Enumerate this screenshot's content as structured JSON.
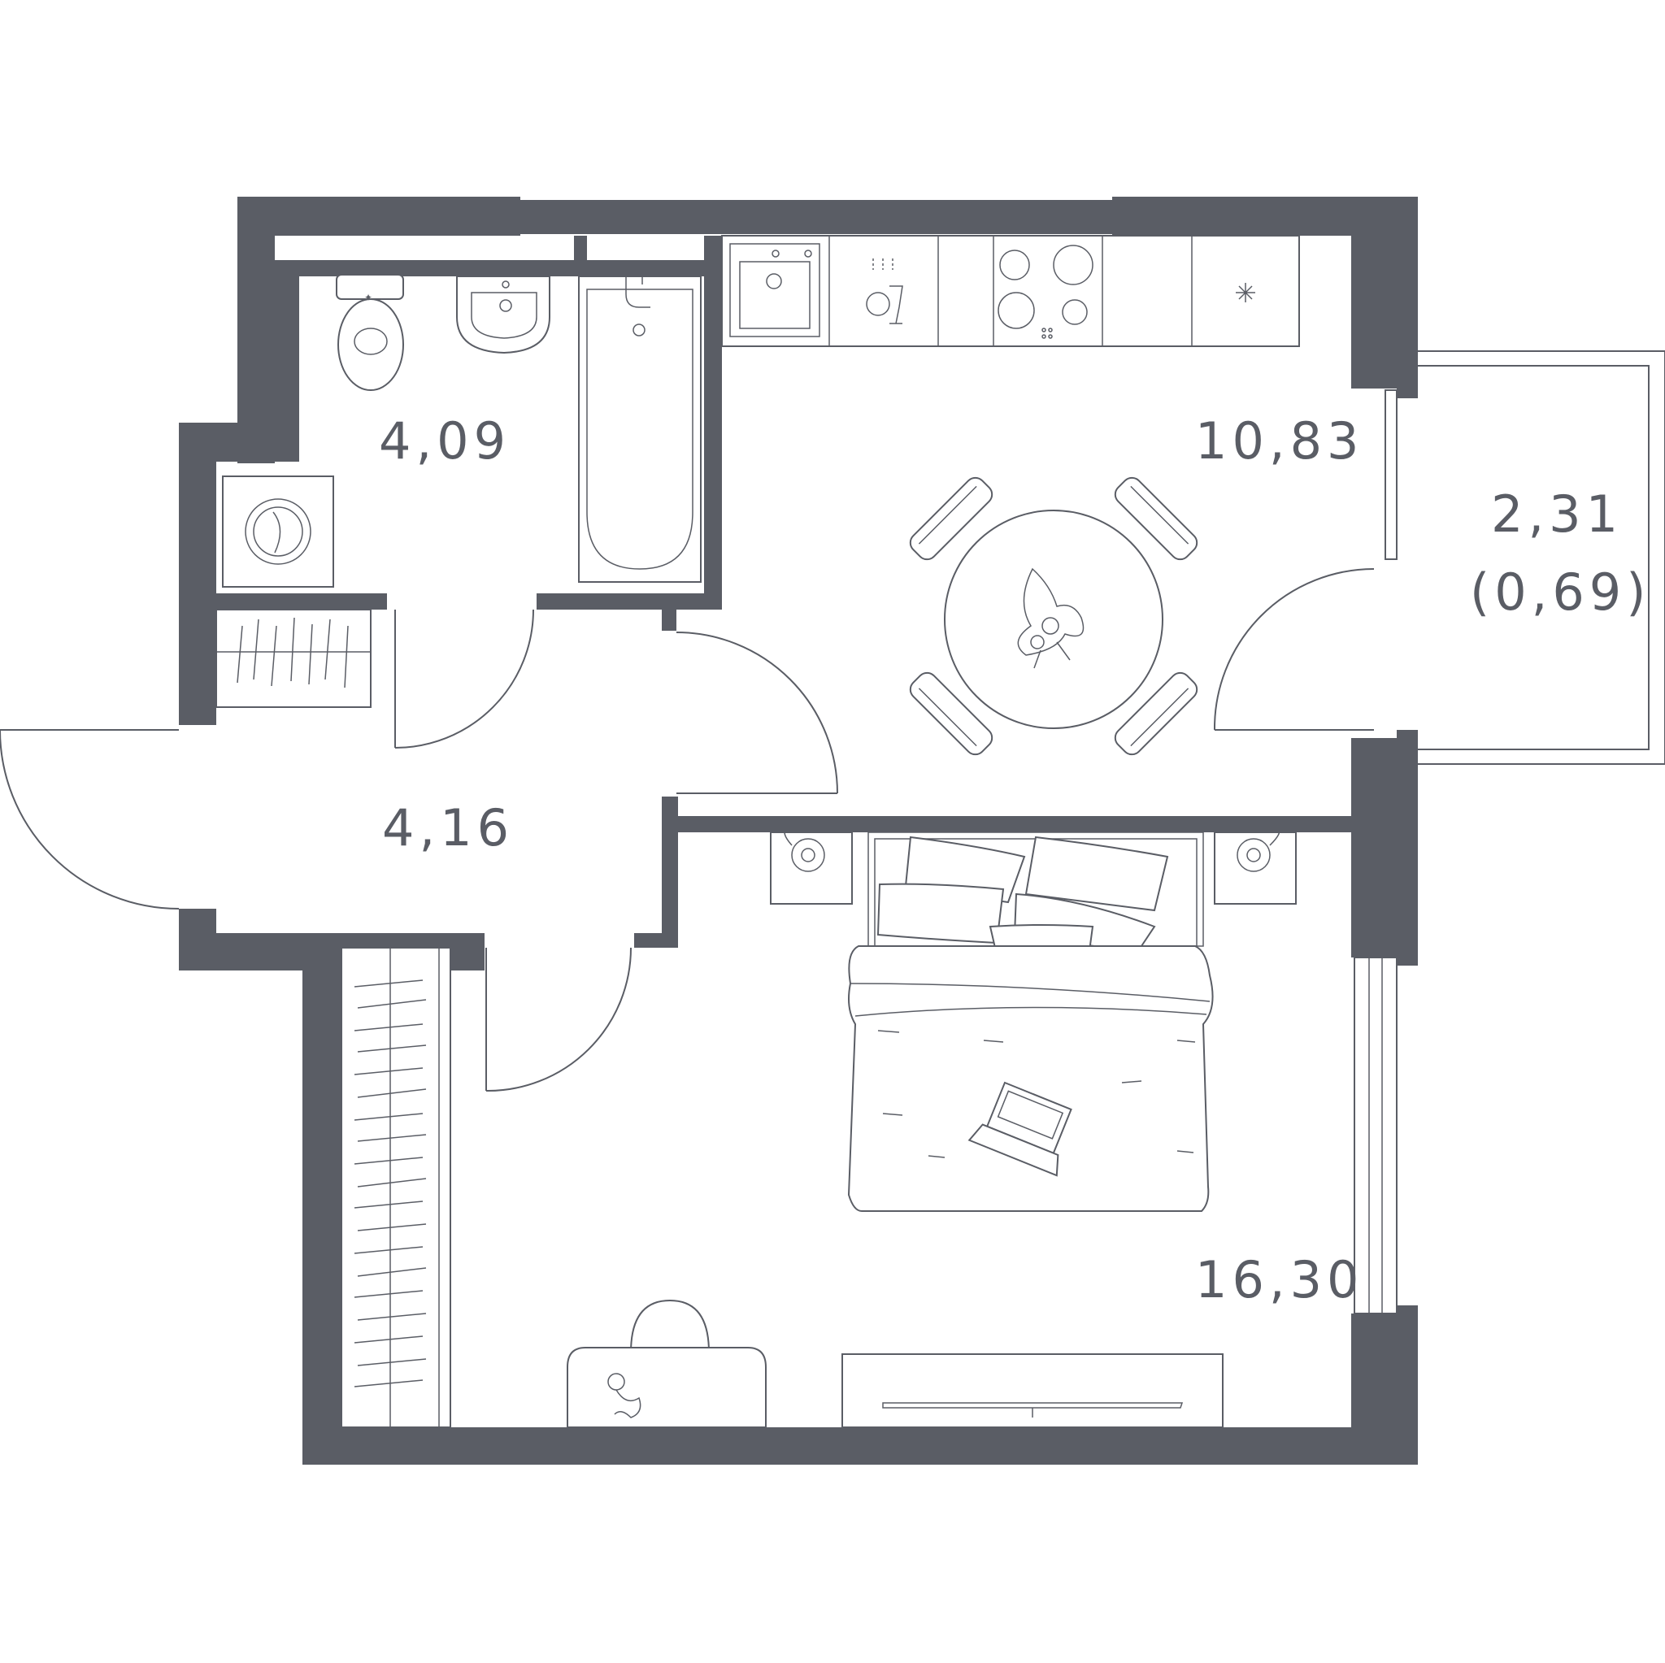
{
  "rooms": {
    "bathroom": {
      "area": "4,09"
    },
    "kitchen": {
      "area": "10,83"
    },
    "balcony": {
      "area": "2,31",
      "reduced_area": "(0,69)"
    },
    "hall": {
      "area": "4,16"
    },
    "bedroom": {
      "area": "16,30"
    }
  },
  "colors": {
    "wall": "#5a5d65",
    "background": "#ffffff"
  },
  "icons": [
    "toilet-icon",
    "sink-icon",
    "bathtub-icon",
    "washing-machine-icon",
    "kitchen-sink-icon",
    "dishwasher-icon",
    "cooktop-icon",
    "fridge-icon",
    "dining-table-icon",
    "bed-icon",
    "nightstand-icon",
    "laptop-icon",
    "wardrobe-icon",
    "desk-icon",
    "tv-stand-icon",
    "door-icon"
  ]
}
